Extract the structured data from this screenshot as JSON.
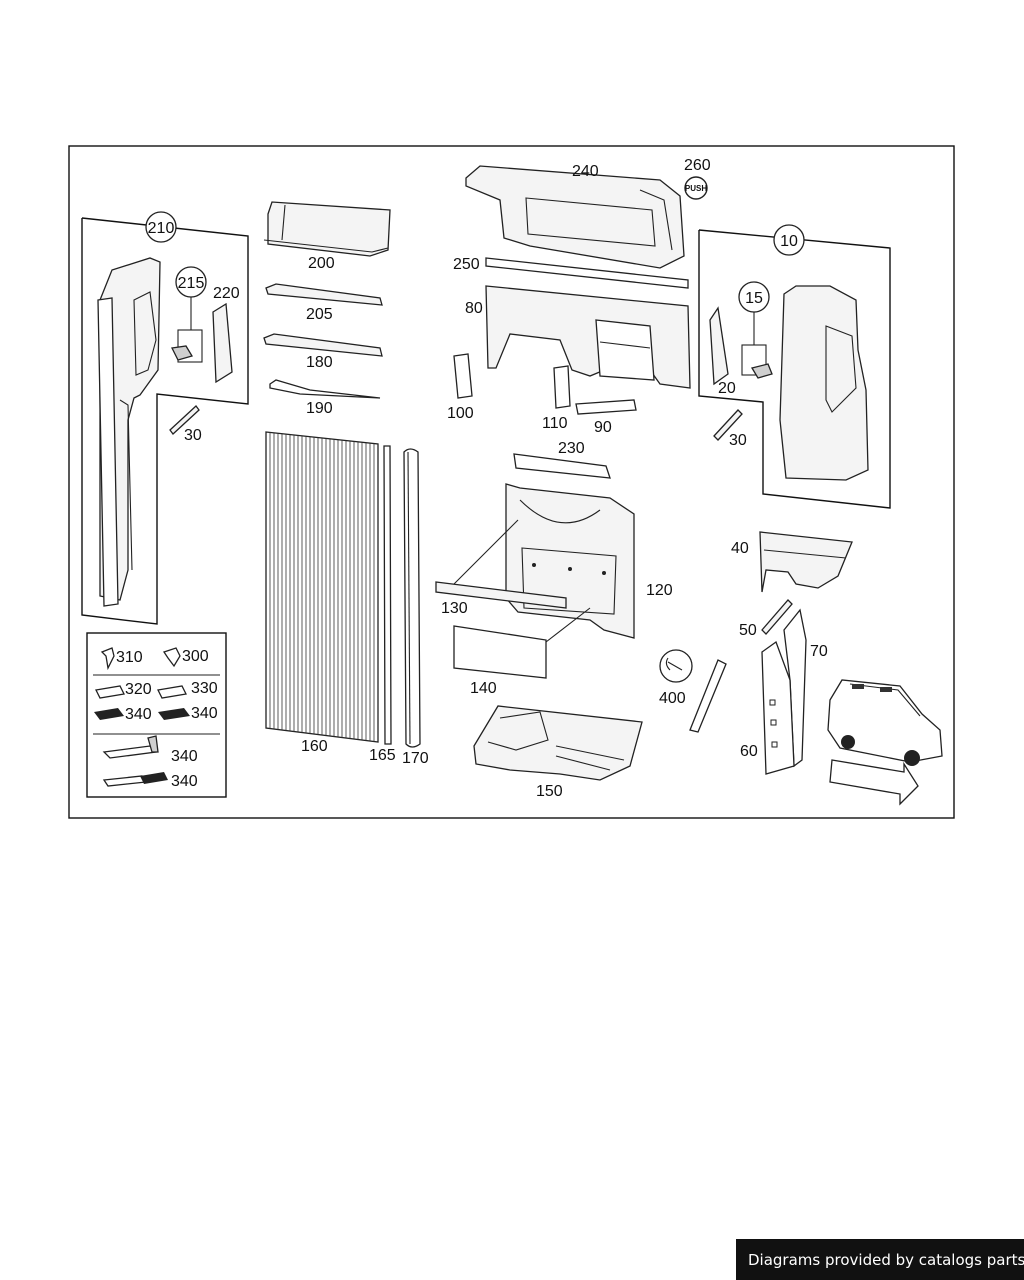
{
  "footer": {
    "text": "Diagrams provided by catalogs parts"
  },
  "diagram": {
    "labels": {
      "p10": "10",
      "p15": "15",
      "p20": "20",
      "p30a": "30",
      "p30b": "30",
      "p40": "40",
      "p50": "50",
      "p60": "60",
      "p70": "70",
      "p80": "80",
      "p90": "90",
      "p100": "100",
      "p110": "110",
      "p120": "120",
      "p130": "130",
      "p140": "140",
      "p150": "150",
      "p160": "160",
      "p165": "165",
      "p170": "170",
      "p180": "180",
      "p190": "190",
      "p200": "200",
      "p205": "205",
      "p210": "210",
      "p215": "215",
      "p220": "220",
      "p230": "230",
      "p240": "240",
      "p250": "250",
      "p260": "260",
      "p300": "300",
      "p310": "310",
      "p320": "320",
      "p330": "330",
      "p340a": "340",
      "p340b": "340",
      "p340c": "340",
      "p340d": "340",
      "p400": "400"
    },
    "push_text": "PUSH"
  }
}
